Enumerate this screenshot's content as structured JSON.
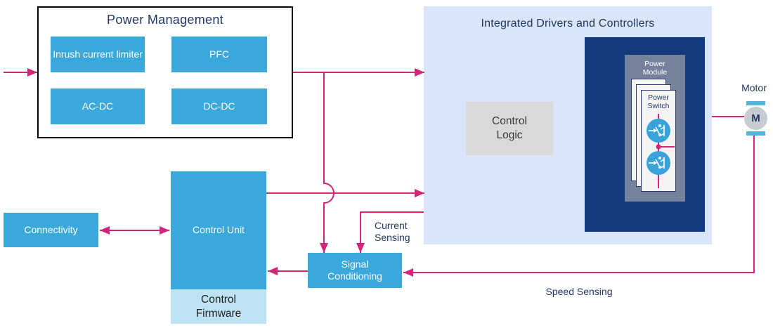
{
  "colors": {
    "arrow_pink": "#D42578",
    "block_blue": "#3AA8DB",
    "panel_light_blue": "#D9E5F8",
    "panel_navy": "#123A7D",
    "module_gray": "#76819C",
    "logic_gray": "#D9D9D9",
    "firmware_light_blue": "#BDE2F4",
    "text_navy": "#1F3864",
    "motor_gray": "#C7CBD2",
    "motor_bar_blue": "#55B4DF"
  },
  "power_management": {
    "title": "Power Management",
    "blocks": [
      "Inrush current limiter",
      "PFC",
      "AC-DC",
      "DC-DC"
    ]
  },
  "integrated": {
    "title": "Integrated Drivers and Controllers",
    "control_logic": "Control\nLogic",
    "power_module": "Power\nModule",
    "power_switch": "Power\nSwitch"
  },
  "control_unit": {
    "label": "Control Unit",
    "firmware": "Control\nFirmware"
  },
  "connectivity": {
    "label": "Connectivity"
  },
  "signal_conditioning": {
    "label": "Signal\nConditioning"
  },
  "sensing": {
    "current": "Current\nSensing",
    "speed": "Speed Sensing"
  },
  "motor": {
    "label": "Motor",
    "letter": "M"
  }
}
